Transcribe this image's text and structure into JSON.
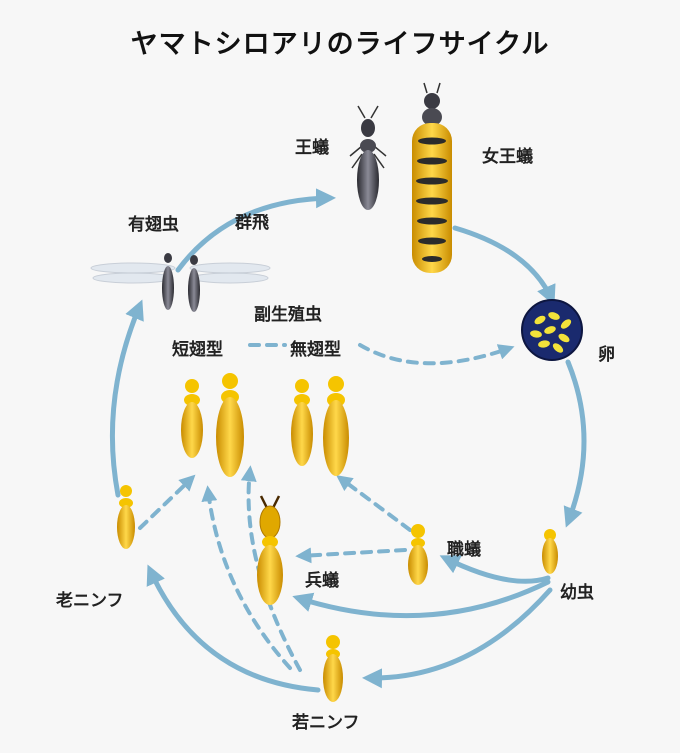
{
  "title": "ヤマトシロアリのライフサイクル",
  "labels": {
    "king": "王蟻",
    "queen": "女王蟻",
    "alate": "有翅虫",
    "swarming": "群飛",
    "neotenics": "副生殖虫",
    "short_wing": "短翅型",
    "wingless": "無翅型",
    "egg": "卵",
    "worker": "職蟻",
    "soldier": "兵蟻",
    "larva": "幼虫",
    "old_nymph": "老ニンフ",
    "young_nymph": "若ニンフ"
  },
  "colors": {
    "arrow": "#7fb3cf",
    "insect_body": "#f5c400",
    "insect_dark": "#c98c00",
    "egg_bg": "#1a2a6e",
    "egg": "#f2e23a",
    "dark_insect": "#3a3a42"
  }
}
